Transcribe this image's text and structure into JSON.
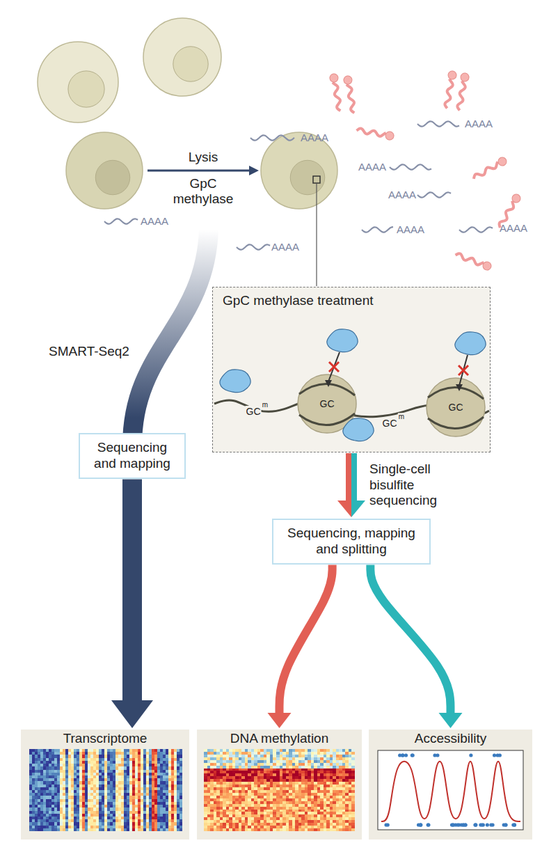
{
  "diagram": {
    "nodes": [
      {
        "text": [
          "GpC methylase treatment"
        ]
      },
      {
        "text": [
          "Sequencing and mapping"
        ]
      },
      {
        "text": [
          "Sequencing, mapping and splitting"
        ]
      },
      {
        "text": [
          "Transcriptome"
        ]
      },
      {
        "text": [
          "DNA methylation"
        ]
      },
      {
        "text": [
          "Accessibility"
        ]
      }
    ],
    "edges": [
      {
        "from": 0,
        "to": 2,
        "arrow": "to",
        "label": "Single-cell bisulfite sequencing"
      },
      {
        "from": 1,
        "to": 3,
        "arrow": "to"
      },
      {
        "from": 2,
        "to": 4,
        "arrow": "to"
      },
      {
        "from": 2,
        "to": 5,
        "arrow": "to"
      }
    ],
    "labels": [
      "Lysis",
      "GpC methylase",
      "AAAA",
      "AAAA",
      "AAAA",
      "AAAA",
      "AAAA",
      "AAAA",
      "AAAA",
      "AAAA",
      "SMART-Seq2",
      "GC",
      "m",
      "GC",
      "GC",
      "m",
      "GC"
    ]
  }
}
